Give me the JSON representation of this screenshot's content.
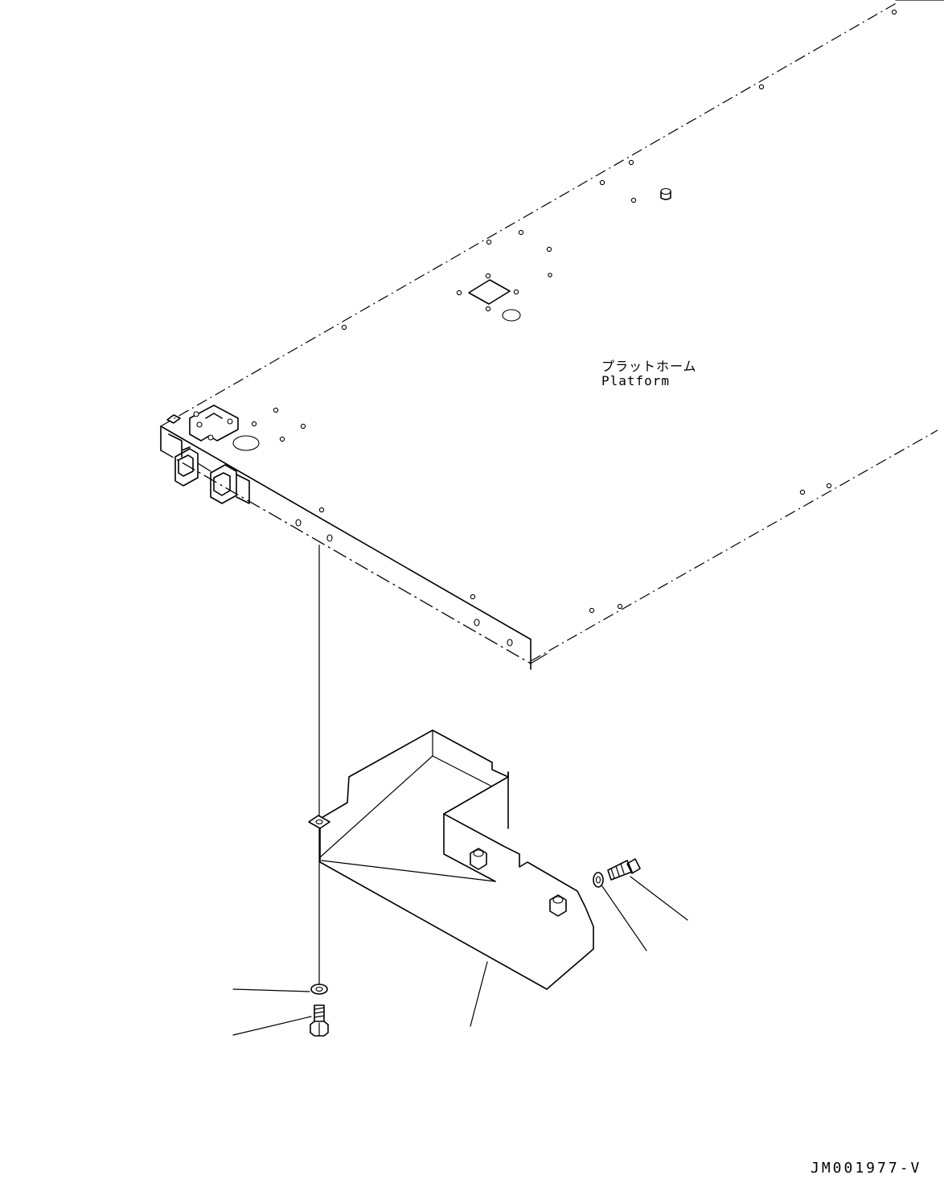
{
  "labels": {
    "platform_jp": "プラットホーム",
    "platform_en": "Platform",
    "drawing_number": "JM001977-V"
  },
  "colors": {
    "line": "#000000",
    "background": "#ffffff"
  }
}
